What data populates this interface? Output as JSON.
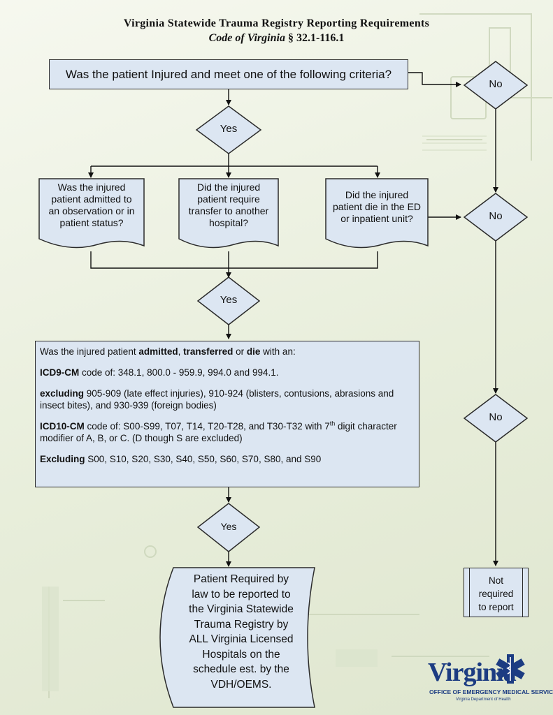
{
  "title": "Virginia Statewide Trauma Registry Reporting Requirements",
  "subtitle_code": "Code of Virginia",
  "subtitle_section": "§ 32.1-116.1",
  "nodes": {
    "q0": "Was the patient Injured and meet one of the following criteria?",
    "yes1": "Yes",
    "no1": "No",
    "q_admit": [
      "Was the injured",
      "patient admitted to",
      "an observation or in",
      "patient status?"
    ],
    "q_transfer": [
      "Did the injured",
      "patient require",
      "transfer to another",
      "hospital?"
    ],
    "q_die": [
      "Did the injured",
      "patient die in the ED",
      "or inpatient unit?"
    ],
    "no2": "No",
    "yes2": "Yes",
    "criteria": {
      "intro_pre": "Was the injured patient ",
      "intro_b1": "admitted",
      "intro_sep1": ", ",
      "intro_b2": "transferred",
      "intro_sep2": " or ",
      "intro_b3": "die",
      "intro_post": " with an:",
      "icd9_label": "ICD9-CM",
      "icd9_text": " code of:  348.1, 800.0 - 959.9, 994.0 and 994.1.",
      "excl1_label": "excluding",
      "excl1_text": " 905-909 (late effect injuries), 910-924 (blisters, contusions, abrasions and insect bites), and 930-939 (foreign bodies)",
      "icd10_label": "ICD10-CM",
      "icd10_text_a": " code of:  S00-S99, T07, T14, T20-T28, and T30-T32 with 7",
      "icd10_sup": "th",
      "icd10_text_b": " digit character modifier of A, B, or C. (D though S are excluded)",
      "excl2_label": "Excluding",
      "excl2_text": " S00, S10, S20, S30, S40, S50, S60, S70, S80, and S90"
    },
    "no3": "No",
    "yes3": "Yes",
    "required": [
      "Patient Required by",
      "law to be reported to",
      "the Virginia Statewide",
      "Trauma Registry by",
      "ALL Virginia Licensed",
      "Hospitals on the",
      "schedule est. by the",
      "VDH/OEMS."
    ],
    "not_required": [
      "Not",
      "required",
      "to report"
    ]
  },
  "logo": {
    "word": "Virginia",
    "office": "OFFICE OF EMERGENCY MEDICAL SERVICES",
    "dept": "Virginia Department of Health"
  },
  "colors": {
    "box_fill": "#dce6f2",
    "stroke": "#2b2b2b",
    "logo_blue": "#1c3c82"
  }
}
